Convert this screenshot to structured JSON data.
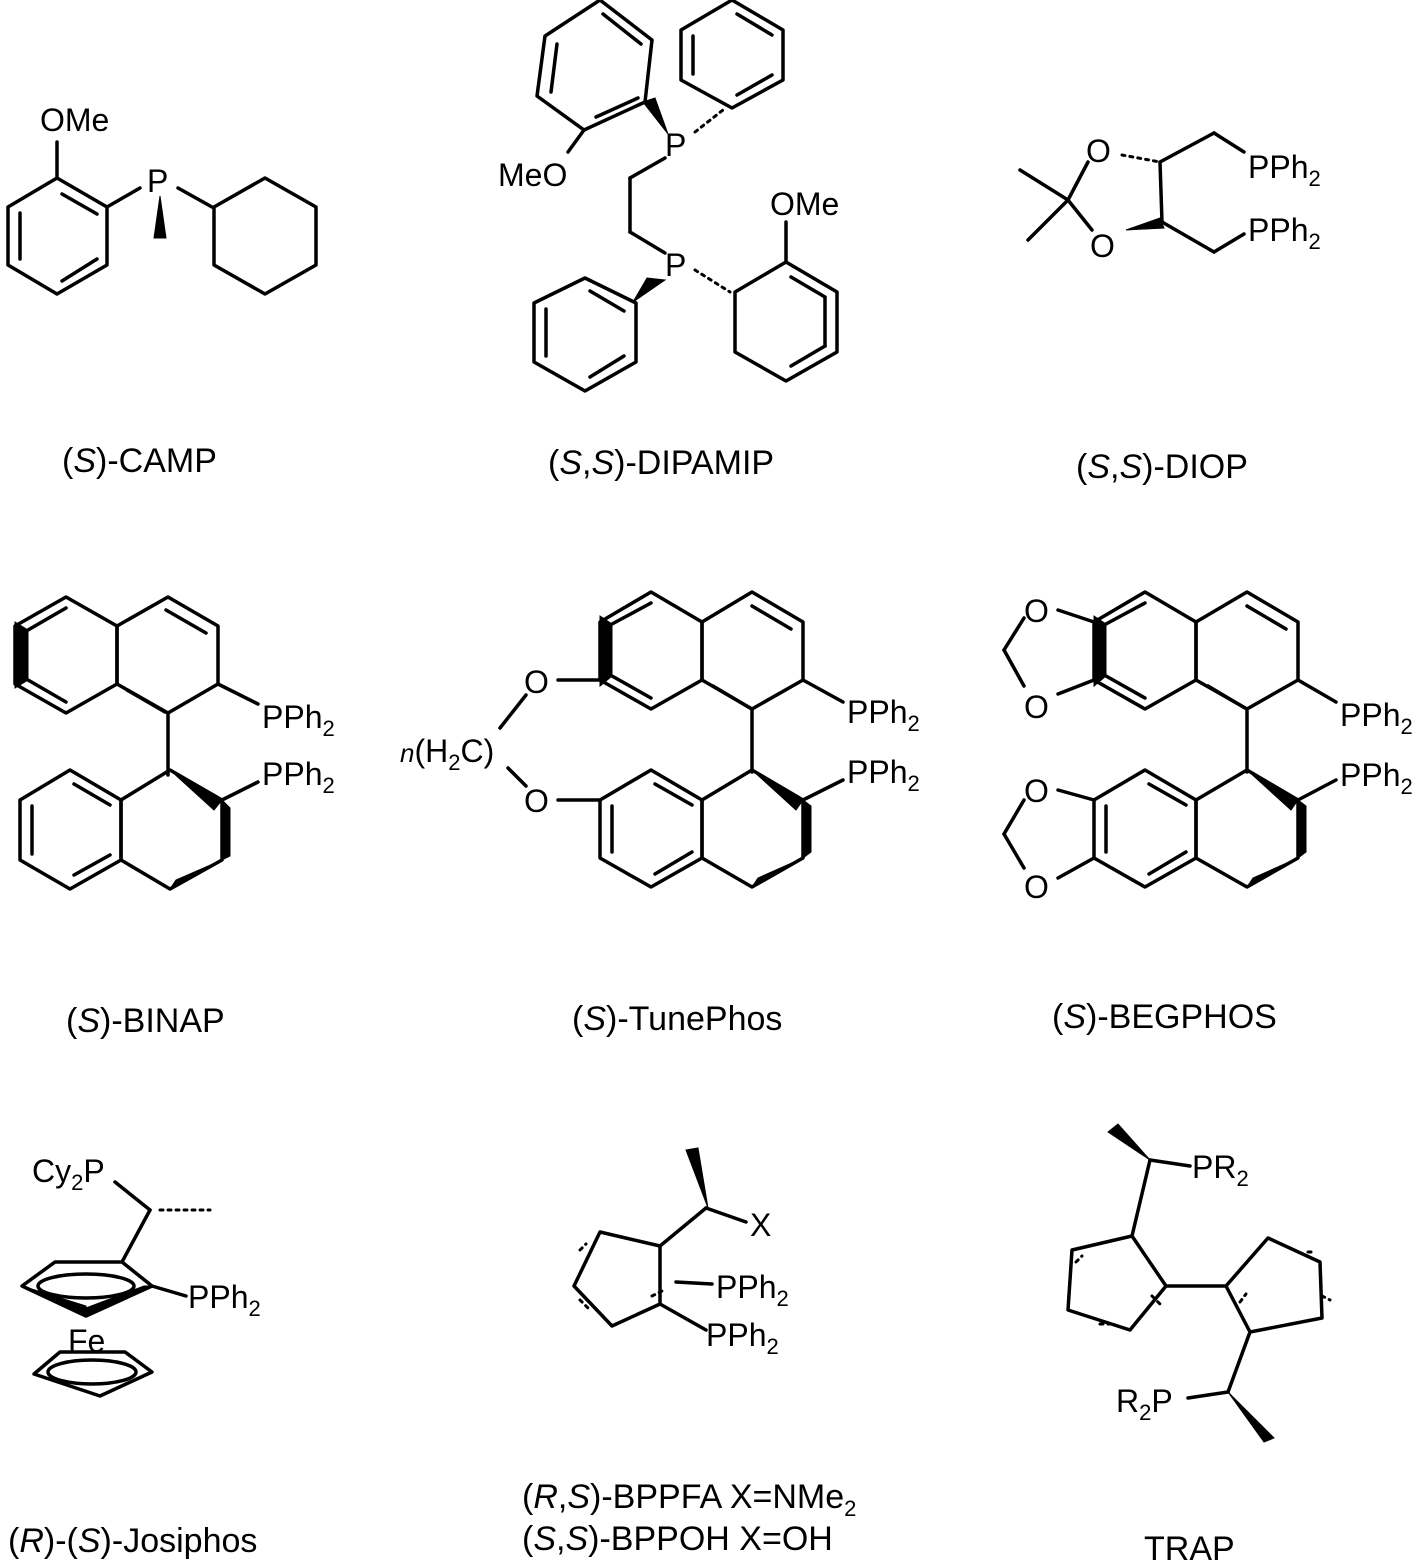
{
  "figure": {
    "atoms": {
      "omeA": "OMe",
      "pA": "P",
      "omeB1": "MeO",
      "pB1": "P",
      "pB2": "P",
      "omeB2": "OMe",
      "o1": "O",
      "o2": "O",
      "pph2c1": "PPh",
      "pph2c2": "PPh",
      "sub2": "2",
      "pph2d1": "PPh",
      "pph2d2": "PPh",
      "nh2c_n": "n",
      "nh2c_h": "(H",
      "nh2c_c": "C)",
      "o3": "O",
      "o4": "O",
      "pph2e1": "PPh",
      "pph2e2": "PPh",
      "o5": "O",
      "o6": "O",
      "o7": "O",
      "o8": "O",
      "pph2f1": "PPh",
      "pph2f2": "PPh",
      "cy2p_a": "Cy",
      "cy2p_b": "P",
      "pph2g": "PPh",
      "fe": "Fe",
      "x": "X",
      "pph2h1": "PPh",
      "pph2h2": "PPh",
      "pr2a": "PR",
      "r2p_a": "R",
      "r2p_b": "P"
    },
    "labels": {
      "camp": {
        "p1": "(",
        "it": "S",
        "p2": ")-CAMP"
      },
      "dipamip": {
        "p1": "(",
        "it1": "S",
        "c": ",",
        "it2": "S",
        "p2": ")-DIPAMIP"
      },
      "diop": {
        "p1": "(",
        "it1": "S",
        "c": ",",
        "it2": "S",
        "p2": ")-DIOP"
      },
      "binap": {
        "p1": "(",
        "it": "S",
        "p2": ")-BINAP"
      },
      "tunephos": {
        "p1": "(",
        "it": "S",
        "p2": ")-TunePhos"
      },
      "begphos": {
        "p1": "(",
        "it": "S",
        "p2": ")-BEGPHOS"
      },
      "josiphos": {
        "p1": "(",
        "it1": "R",
        "m": ")-(",
        "it2": "S",
        "p2": ")-Josiphos"
      },
      "bppfa": {
        "p1": "(",
        "it1": "R",
        "c": ",",
        "it2": "S",
        "p2": ")-BPPFA  X=NMe",
        "sub": "2"
      },
      "bppoh": {
        "p1": "(",
        "it1": "S",
        "c": ",",
        "it2": "S",
        "p2": ")-BPPOH  X=OH"
      },
      "trap": "TRAP"
    }
  }
}
